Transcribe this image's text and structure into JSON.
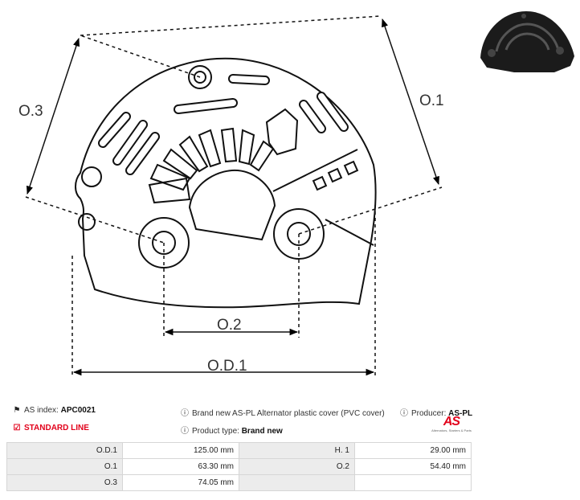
{
  "drawing": {
    "labels": {
      "o3": "O.3",
      "o1": "O.1",
      "o2": "O.2",
      "od1": "O.D.1"
    }
  },
  "info": {
    "as_index_label": "AS index:",
    "as_index_value": "APC0021",
    "line_label": "STANDARD LINE",
    "description": "Brand new AS-PL Alternator plastic cover (PVC cover)",
    "product_type_label": "Product type:",
    "product_type_value": "Brand new",
    "producer_label": "Producer:",
    "producer_value": "AS-PL"
  },
  "logo": {
    "mark": "AS",
    "tagline": "Alternators, Starters & Parts"
  },
  "icons": {
    "tag": "tag-icon",
    "info": "info-circle-icon",
    "check": "checkbox-icon"
  },
  "colors": {
    "brand_red": "#e2001a",
    "header_cell": "#ececec"
  },
  "specs": {
    "rows": [
      {
        "k1": "O.D.1",
        "v1": "125.00 mm",
        "k2": "H. 1",
        "v2": "29.00 mm"
      },
      {
        "k1": "O.1",
        "v1": "63.30 mm",
        "k2": "O.2",
        "v2": "54.40 mm"
      },
      {
        "k1": "O.3",
        "v1": "74.05 mm",
        "k2": "",
        "v2": ""
      }
    ]
  }
}
